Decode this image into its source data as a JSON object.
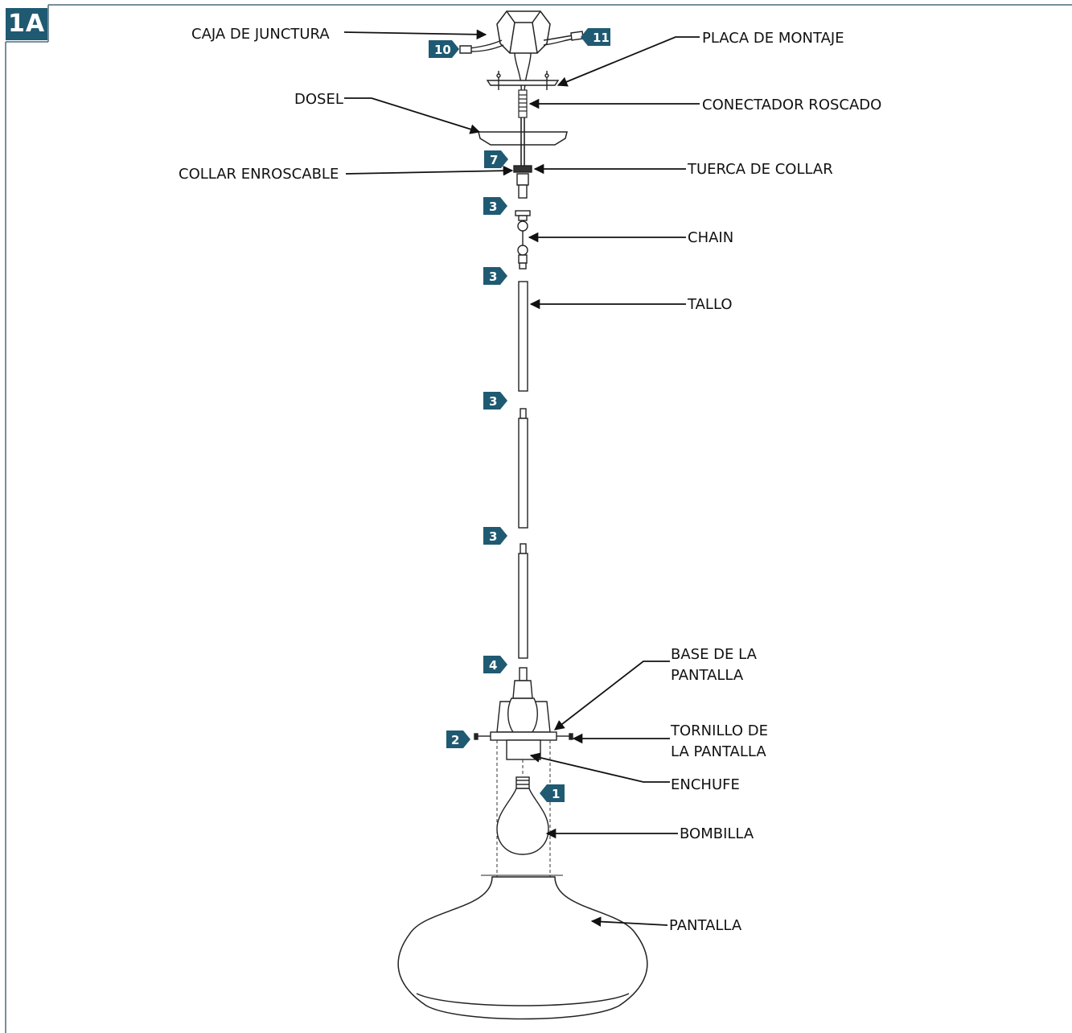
{
  "figure_tag": "1A",
  "labels": {
    "caja": "CAJA DE JUNCTURA",
    "placa": "PLACA DE MONTAJE",
    "dosel": "DOSEL",
    "conectador": "CONECTADOR ROSCADO",
    "collar_enroscable": "COLLAR ENROSCABLE",
    "tuerca": "TUERCA DE COLLAR",
    "chain": "CHAIN",
    "tallo": "TALLO",
    "base_1": "BASE DE LA",
    "base_2": "PANTALLA",
    "tornillo_1": "TORNILLO DE",
    "tornillo_2": "LA PANTALLA",
    "enchufe": "ENCHUFE",
    "bombilla": "BOMBILLA",
    "pantalla": "PANTALLA"
  },
  "steps": {
    "s10": "10",
    "s11": "11",
    "s7": "7",
    "s3a": "3",
    "s3b": "3",
    "s3c": "3",
    "s3d": "3",
    "s4": "4",
    "s2": "2",
    "s1": "1"
  },
  "colors": {
    "badge": "#1f5a72",
    "line": "#111111",
    "frame": "#4a6a78"
  }
}
